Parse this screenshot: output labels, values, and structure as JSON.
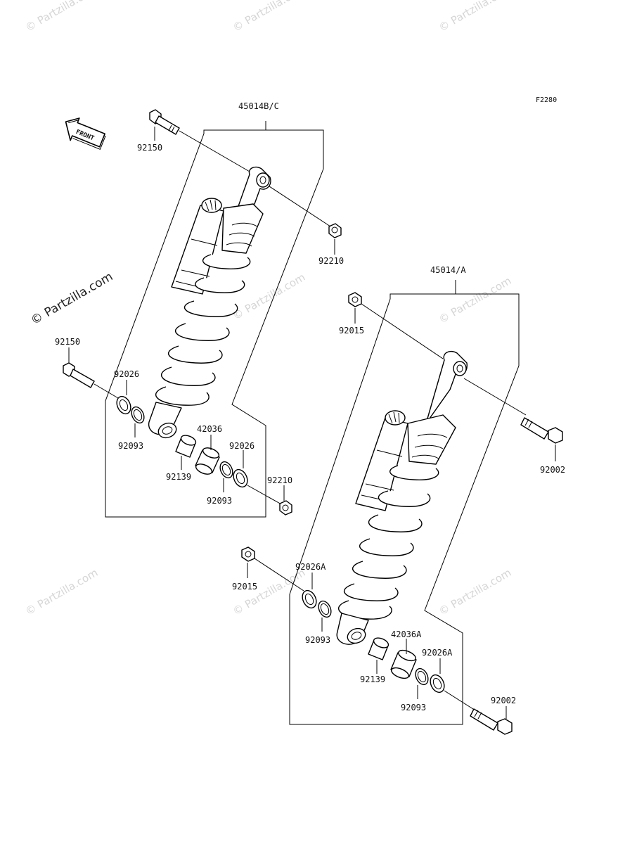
{
  "diagram_code": "F2280",
  "front_label": "FRONT",
  "watermark_text": "© Partzilla.com",
  "colors": {
    "ink": "#000000",
    "watermark": "#d6d6d6",
    "background": "#ffffff"
  },
  "labels": {
    "assy_left": "45014B/C",
    "assy_right": "45014/A",
    "l_bolt_top": "92150",
    "l_nut_top": "92210",
    "l_bolt_bottom": "92150",
    "l_washer_a": "92026",
    "l_seal_a": "92093",
    "l_sleeve": "42036",
    "l_washer_b": "92026",
    "l_bush": "92139",
    "l_seal_b": "92093",
    "l_nut_bottom": "92210",
    "r_nut_top": "92015",
    "r_bolt_top": "92002",
    "r_nut_bottom": "92015",
    "r_washer_a": "92026A",
    "r_seal_a": "92093",
    "r_sleeve": "42036A",
    "r_washer_b": "92026A",
    "r_bush": "92139",
    "r_seal_b": "92093",
    "r_bolt_bottom": "92002"
  }
}
